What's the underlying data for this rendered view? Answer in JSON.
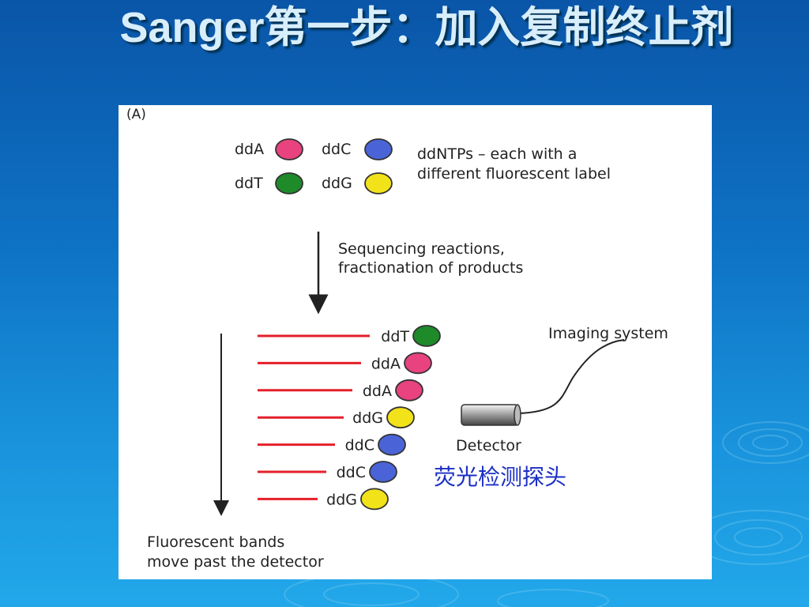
{
  "slide": {
    "title": "Sanger第一步：加入复制终止剂"
  },
  "figure": {
    "panel_label": "(A)",
    "legend": {
      "items": [
        {
          "label": "ddA",
          "color": "#e8427f"
        },
        {
          "label": "ddC",
          "color": "#4a64d8"
        },
        {
          "label": "ddT",
          "color": "#1e8a2a"
        },
        {
          "label": "ddG",
          "color": "#f2e21a"
        }
      ],
      "description_line1": "ddNTPs – each with a",
      "description_line2": "different fluorescent label"
    },
    "step": {
      "line1": "Sequencing reactions,",
      "line2": "fractionation of products"
    },
    "bands": [
      {
        "label": "ddT",
        "color": "#1e8a2a"
      },
      {
        "label": "ddA",
        "color": "#e8427f"
      },
      {
        "label": "ddA",
        "color": "#e8427f"
      },
      {
        "label": "ddG",
        "color": "#f2e21a"
      },
      {
        "label": "ddC",
        "color": "#4a64d8"
      },
      {
        "label": "ddC",
        "color": "#4a64d8"
      },
      {
        "label": "ddG",
        "color": "#f2e21a"
      }
    ],
    "band_line_color": "#e4202a",
    "imaging_label": "Imaging system",
    "detector_label": "Detector",
    "probe_label": "荧光检测探头",
    "footer_line1": "Fluorescent bands",
    "footer_line2": "move past the detector"
  }
}
